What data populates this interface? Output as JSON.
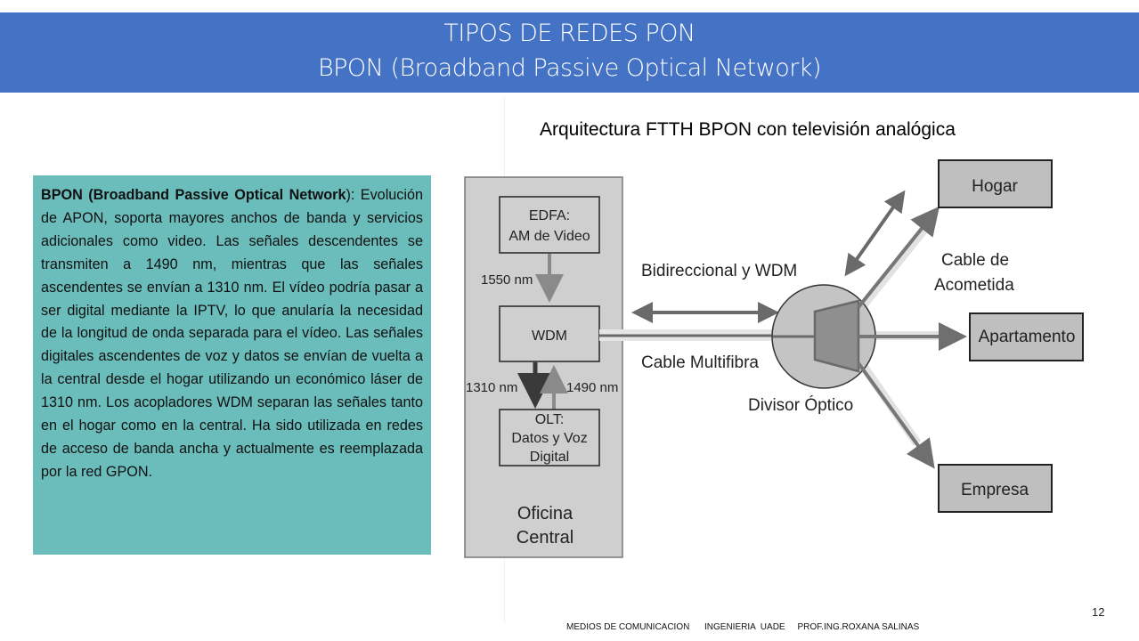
{
  "header": {
    "title_line1": "TIPOS DE REDES PON",
    "title_line2": "BPON (Broadband Passive Optical Network)",
    "background_color": "#4472c4"
  },
  "textbox": {
    "term": "BPON (Broadband Passive Optical Network",
    "term_close": ")",
    "body": ": Evolución de APON, soporta mayores anchos de banda y servicios adicionales como video. Las señales descendentes se transmiten a 1490 nm, mientras que las señales ascendentes se envían a 1310 nm. El vídeo podría pasar a ser digital mediante la IPTV, lo que anularía la necesidad de la longitud de onda separada para el vídeo. Las señales digitales ascendentes de voz y datos se envían de vuelta a la central desde el hogar utilizando un económico láser de 1310 nm. Los acopladores WDM separan las señales tanto en el hogar como en la central. Ha sido utilizada en redes de acceso de banda ancha y actualmente es reemplazada por la red GPON.",
    "background_color": "#6bbdbb"
  },
  "diagram": {
    "title": "Arquitectura FTTH BPON con televisión analógica",
    "central_office": {
      "label_line1": "Oficina",
      "label_line2": "Central",
      "edfa_line1": "EDFA:",
      "edfa_line2": "AM de Video",
      "wdm": "WDM",
      "olt_line1": "OLT:",
      "olt_line2": "Datos y Voz",
      "olt_line3": "Digital",
      "wl_1550": "1550 nm",
      "wl_1310": "1310 nm",
      "wl_1490": "1490 nm"
    },
    "labels": {
      "bidirectional": "Bidireccional y WDM",
      "multifiber": "Cable Multifibra",
      "splitter": "Divisor Óptico",
      "drop_line1": "Cable de",
      "drop_line2": "Acometida"
    },
    "destinations": [
      "Hogar",
      "Apartamento",
      "Empresa"
    ]
  },
  "footer": {
    "course": "MEDIOS DE COMUNICACION",
    "school": "INGENIERIA  UADE",
    "professor": "PROF.ING.ROXANA SALINAS",
    "page_number": "12"
  }
}
